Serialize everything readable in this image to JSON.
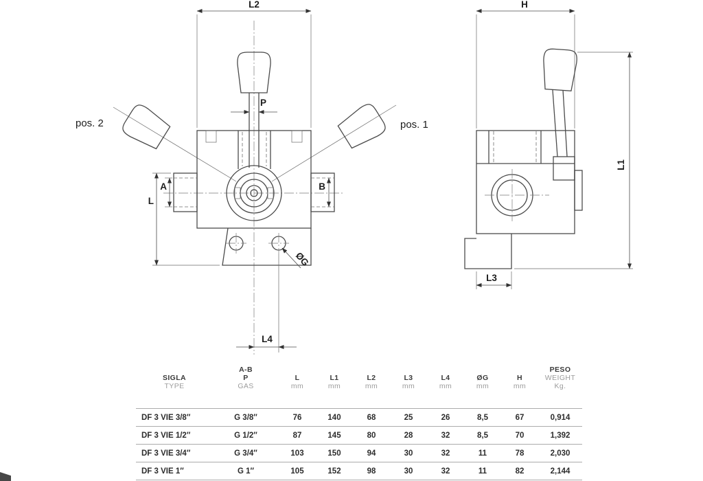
{
  "drawing": {
    "front": {
      "label_l2": "L2",
      "label_p": "P",
      "label_pos2": "pos. 2",
      "label_pos1": "pos. 1",
      "label_a": "A",
      "label_b": "B",
      "label_l": "L",
      "label_og": "ØG",
      "label_l4": "L4"
    },
    "side": {
      "label_h": "H",
      "label_l1": "L1",
      "label_l3": "L3"
    }
  },
  "table": {
    "headers": {
      "sigla": {
        "l1": "SIGLA",
        "l2": "TYPE"
      },
      "gas": {
        "l1": "A-B",
        "l2": "P",
        "l3": "GAS"
      },
      "l": {
        "l1": "L",
        "l2": "mm"
      },
      "l1": {
        "l1": "L1",
        "l2": "mm"
      },
      "l2": {
        "l1": "L2",
        "l2": "mm"
      },
      "l3": {
        "l1": "L3",
        "l2": "mm"
      },
      "l4": {
        "l1": "L4",
        "l2": "mm"
      },
      "og": {
        "l1": "ØG",
        "l2": "mm"
      },
      "h": {
        "l1": "H",
        "l2": "mm"
      },
      "peso": {
        "l1": "PESO",
        "l2": "WEIGHT",
        "l3": "Kg."
      }
    },
    "rows": [
      {
        "sigla": "DF 3 VIE 3/8″",
        "gas": "G 3/8″",
        "l": "76",
        "l1": "140",
        "l2": "68",
        "l3": "25",
        "l4": "26",
        "og": "8,5",
        "h": "67",
        "peso": "0,914"
      },
      {
        "sigla": "DF 3 VIE 1/2″",
        "gas": "G 1/2″",
        "l": "87",
        "l1": "145",
        "l2": "80",
        "l3": "28",
        "l4": "32",
        "og": "8,5",
        "h": "70",
        "peso": "1,392"
      },
      {
        "sigla": "DF 3 VIE 3/4″",
        "gas": "G 3/4″",
        "l": "103",
        "l1": "150",
        "l2": "94",
        "l3": "30",
        "l4": "32",
        "og": "11",
        "h": "78",
        "peso": "2,030"
      },
      {
        "sigla": "DF 3 VIE 1″",
        "gas": "G 1″",
        "l": "105",
        "l1": "152",
        "l2": "98",
        "l3": "30",
        "l4": "32",
        "og": "11",
        "h": "82",
        "peso": "2,144"
      }
    ]
  }
}
